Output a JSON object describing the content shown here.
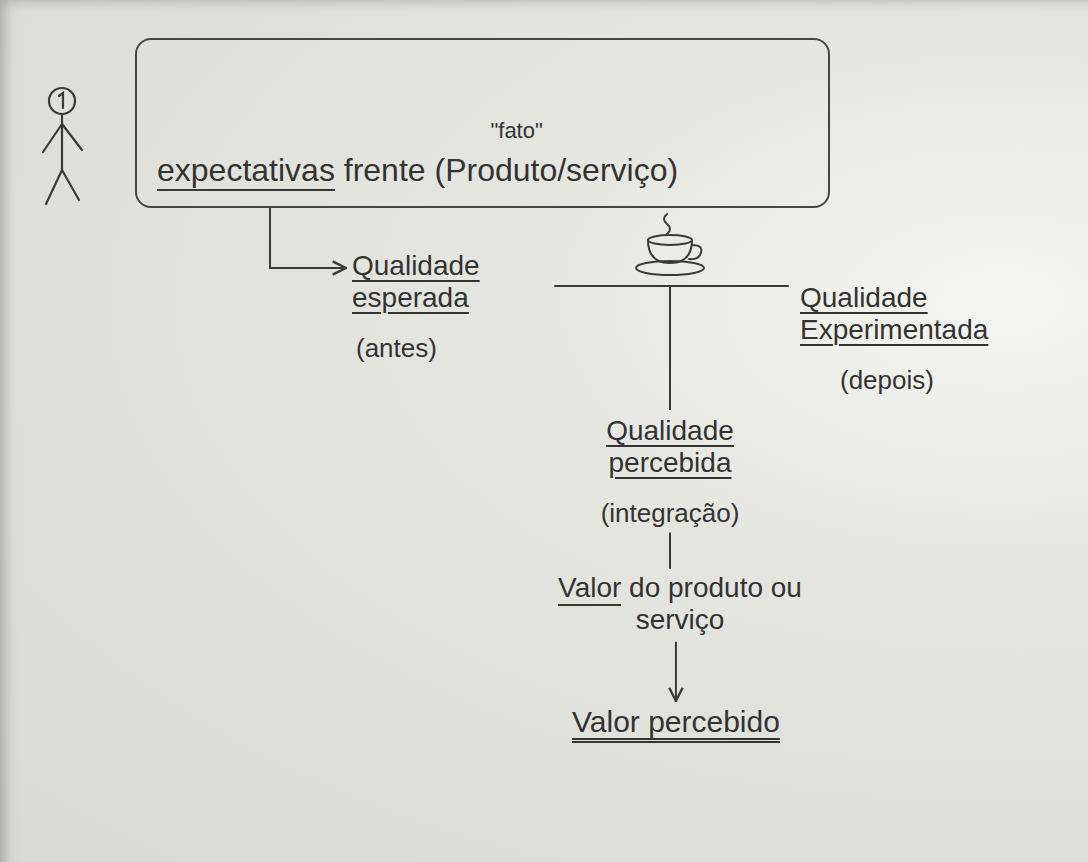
{
  "diagram": {
    "nodes": [
      {
        "text": [
          "expectativas frente (Produto/serviço)",
          "\"fato\""
        ]
      },
      {
        "text": [
          "Qualidade esperada",
          "(antes)"
        ]
      },
      {
        "text": [
          "Qualidade Experimentada",
          "(depois)"
        ]
      },
      {
        "text": [
          "Qualidade percebida",
          "(integração)"
        ]
      },
      {
        "text": [
          "Valor do produto ou serviço"
        ]
      },
      {
        "text": [
          "Valor percebido"
        ]
      }
    ],
    "edges": [
      {
        "from": 0,
        "to": 1,
        "arrow": "to"
      },
      {
        "from": 1,
        "to": 3,
        "arrow": "none"
      },
      {
        "from": 2,
        "to": 3,
        "arrow": "none"
      },
      {
        "from": 3,
        "to": 4,
        "arrow": "none"
      },
      {
        "from": 4,
        "to": 5,
        "arrow": "to"
      }
    ]
  }
}
